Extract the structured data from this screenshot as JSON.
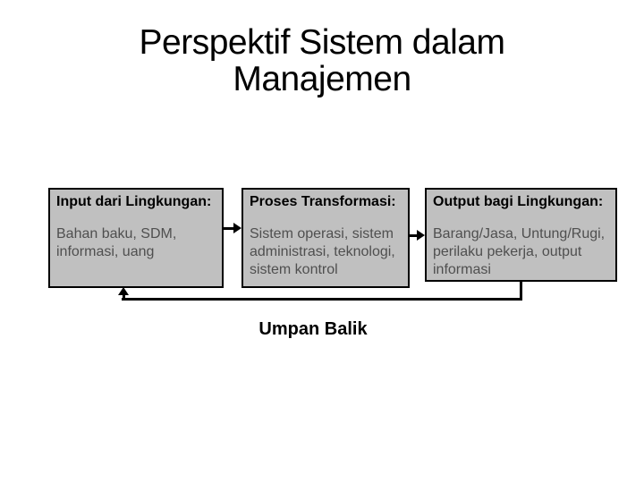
{
  "slide": {
    "title": "Perspektif Sistem dalam\nManajemen",
    "boxes": [
      {
        "heading": "Input dari Lingkungan:",
        "body": "Bahan baku, SDM,\ninformasi, uang"
      },
      {
        "heading": "Proses Transformasi:",
        "body": "Sistem operasi, sistem\nadministrasi, teknologi,\nsistem kontrol"
      },
      {
        "heading": "Output bagi Lingkungan:",
        "body": "Barang/Jasa, Untung/Rugi,\nperilaku pekerja, output\ninformasi"
      }
    ],
    "feedback_label": "Umpan Balik",
    "colors": {
      "background": "#ffffff",
      "box_fill": "#c0c0c0",
      "box_border": "#000000",
      "heading_text": "#000000",
      "body_text": "#4f4f4f",
      "arrow": "#000000"
    }
  }
}
